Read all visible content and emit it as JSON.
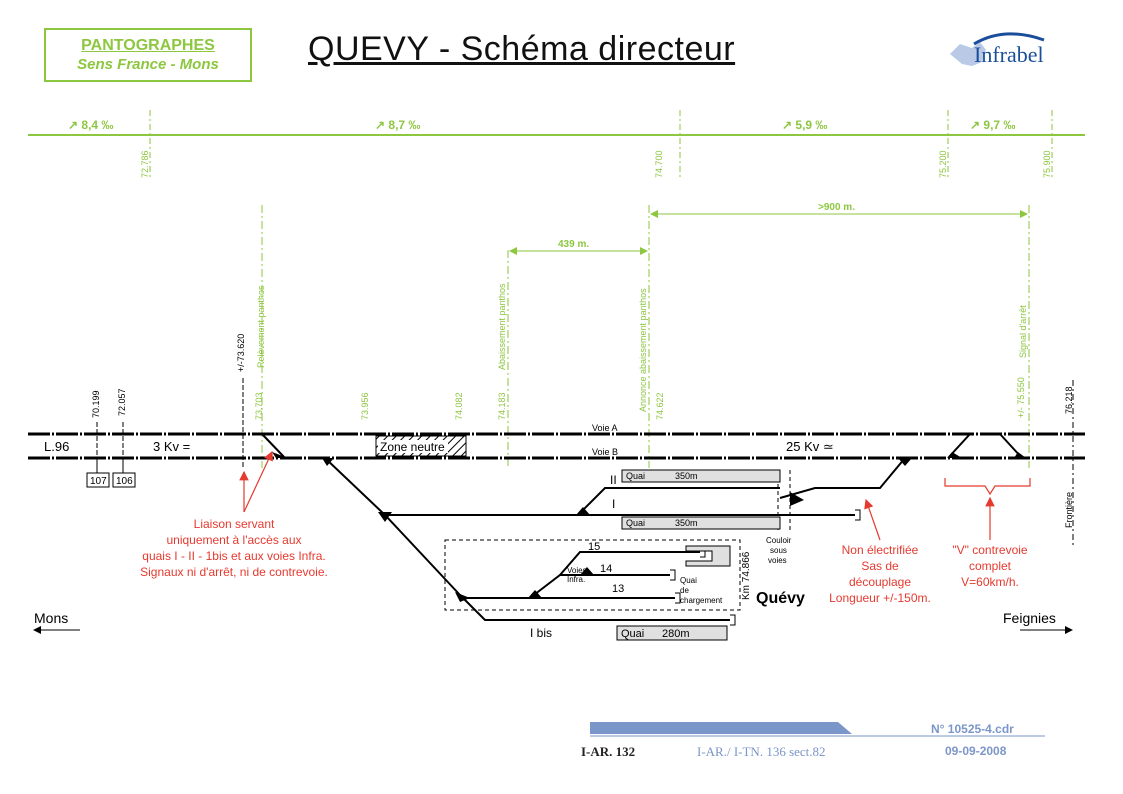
{
  "header": {
    "box_line1": "PANTOGRAPHES",
    "box_line2": "Sens France - Mons",
    "title": "QUEVY  -  Schéma directeur",
    "logo_text": "Infrabel"
  },
  "gradients": [
    {
      "label": "↗ 8,4 ‰"
    },
    {
      "label": "↗ 8,7 ‰"
    },
    {
      "label": "↗ 5,9 ‰"
    },
    {
      "label": "↗ 9,7 ‰"
    }
  ],
  "gradient_km": [
    "72.786",
    "74.700",
    "75.200",
    "75.900"
  ],
  "distances": {
    "d439": "439 m.",
    "d900": ">900 m."
  },
  "markers": {
    "releve": "Relèvement panthos",
    "abaisse": "Abaissement panthos",
    "annonce": "Annonce abaissement panthos",
    "signal": "Signal d'arrêt"
  },
  "km_points": {
    "k1": "70.199",
    "k2": "72.057",
    "k3": "+/-73.620",
    "k4": "73.703",
    "k5": "73.956",
    "k6": "74.082",
    "k7": "74.183",
    "k8": "74.622",
    "k9": "+/- 75.550",
    "k10": "76.218",
    "frontiere": "Frontière"
  },
  "tracks": {
    "line": "L.96",
    "voltage_left": "3 Kv =",
    "zone": "Zone neutre",
    "voie_a": "Voie A",
    "voie_b": "Voie B",
    "voltage_right": "25 Kv ≃",
    "sig107": "107",
    "sig106": "106"
  },
  "station": {
    "quai_ii": "Quai",
    "quai_ii_len": "350m",
    "track_ii": "II",
    "track_i": "I",
    "quai_i": "Quai",
    "quai_i_len": "350m",
    "track_15": "15",
    "track_14": "14",
    "track_13": "13",
    "voies_infra_1": "Voies",
    "voies_infra_2": "Infra.",
    "quai_ch_1": "Quai",
    "quai_ch_2": "de",
    "quai_ch_3": "chargement",
    "km_station": "Km 74.866",
    "name": "Quévy",
    "track_ibis": "I bis",
    "quai_ibis": "Quai",
    "quai_ibis_len": "280m",
    "couloir_1": "Couloir",
    "couloir_2": "sous",
    "couloir_3": "voies"
  },
  "notes": {
    "n1_l1": "Liaison servant",
    "n1_l2": "uniquement à l'accès aux",
    "n1_l3": "quais I - II - 1bis et aux voies Infra.",
    "n1_l4": "Signaux ni d'arrêt, ni de contrevoie.",
    "n2_l1": "Non électrifiée",
    "n2_l2": "Sas de",
    "n2_l3": "découplage",
    "n2_l4": "Longueur +/-150m.",
    "n3_l1": "\"V\" contrevoie",
    "n3_l2": "complet",
    "n3_l3": "V=60km/h."
  },
  "directions": {
    "left": "Mons",
    "right": "Feignies"
  },
  "footer": {
    "ref": "N° 10525-4.cdr",
    "ar": "I-AR. 132",
    "tn": "I-AR./ I-TN. 136  sect.82",
    "date": "09-09-2008"
  },
  "colors": {
    "green": "#8dc63f",
    "red": "#e53a2f",
    "blue": "#1a4e9b",
    "footer_blue": "#7b96c8"
  }
}
